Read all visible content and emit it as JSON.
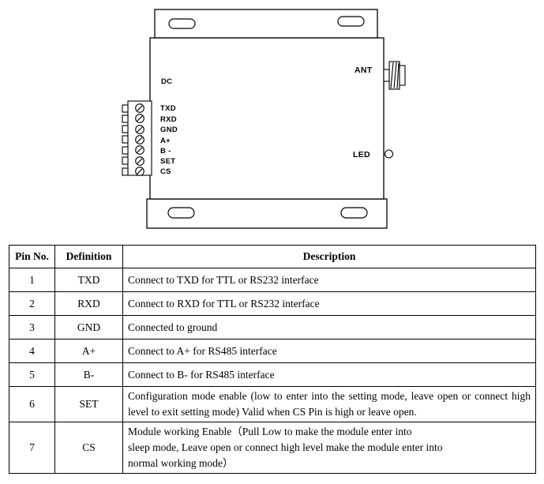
{
  "diagram": {
    "labels": {
      "dc": "DC",
      "ant": "ANT",
      "led": "LED"
    },
    "pins": [
      "TXD",
      "RXD",
      "GND",
      "A+",
      "B -",
      "SET",
      "CS"
    ]
  },
  "table": {
    "headers": [
      "Pin No.",
      "Definition",
      "Description"
    ],
    "rows": [
      {
        "pin": "1",
        "def": "TXD",
        "desc": "Connect to TXD for TTL or RS232 interface"
      },
      {
        "pin": "2",
        "def": "RXD",
        "desc": "Connect to RXD for TTL or RS232 interface"
      },
      {
        "pin": "3",
        "def": "GND",
        "desc": "Connected to ground"
      },
      {
        "pin": "4",
        "def": "A+",
        "desc": "Connect to A+ for RS485 interface"
      },
      {
        "pin": "5",
        "def": "B-",
        "desc": "Connect to B- for RS485 interface"
      },
      {
        "pin": "6",
        "def": "SET",
        "desc": "Configuration mode enable (low to enter into the setting mode, leave open or connect high level to exit setting mode) Valid when CS Pin is high or leave open."
      },
      {
        "pin": "7",
        "def": "CS",
        "desc": "Module working Enable（Pull Low to make the module enter into\nsleep mode, Leave open or connect high level make the module enter into\n normal working mode）"
      }
    ]
  }
}
